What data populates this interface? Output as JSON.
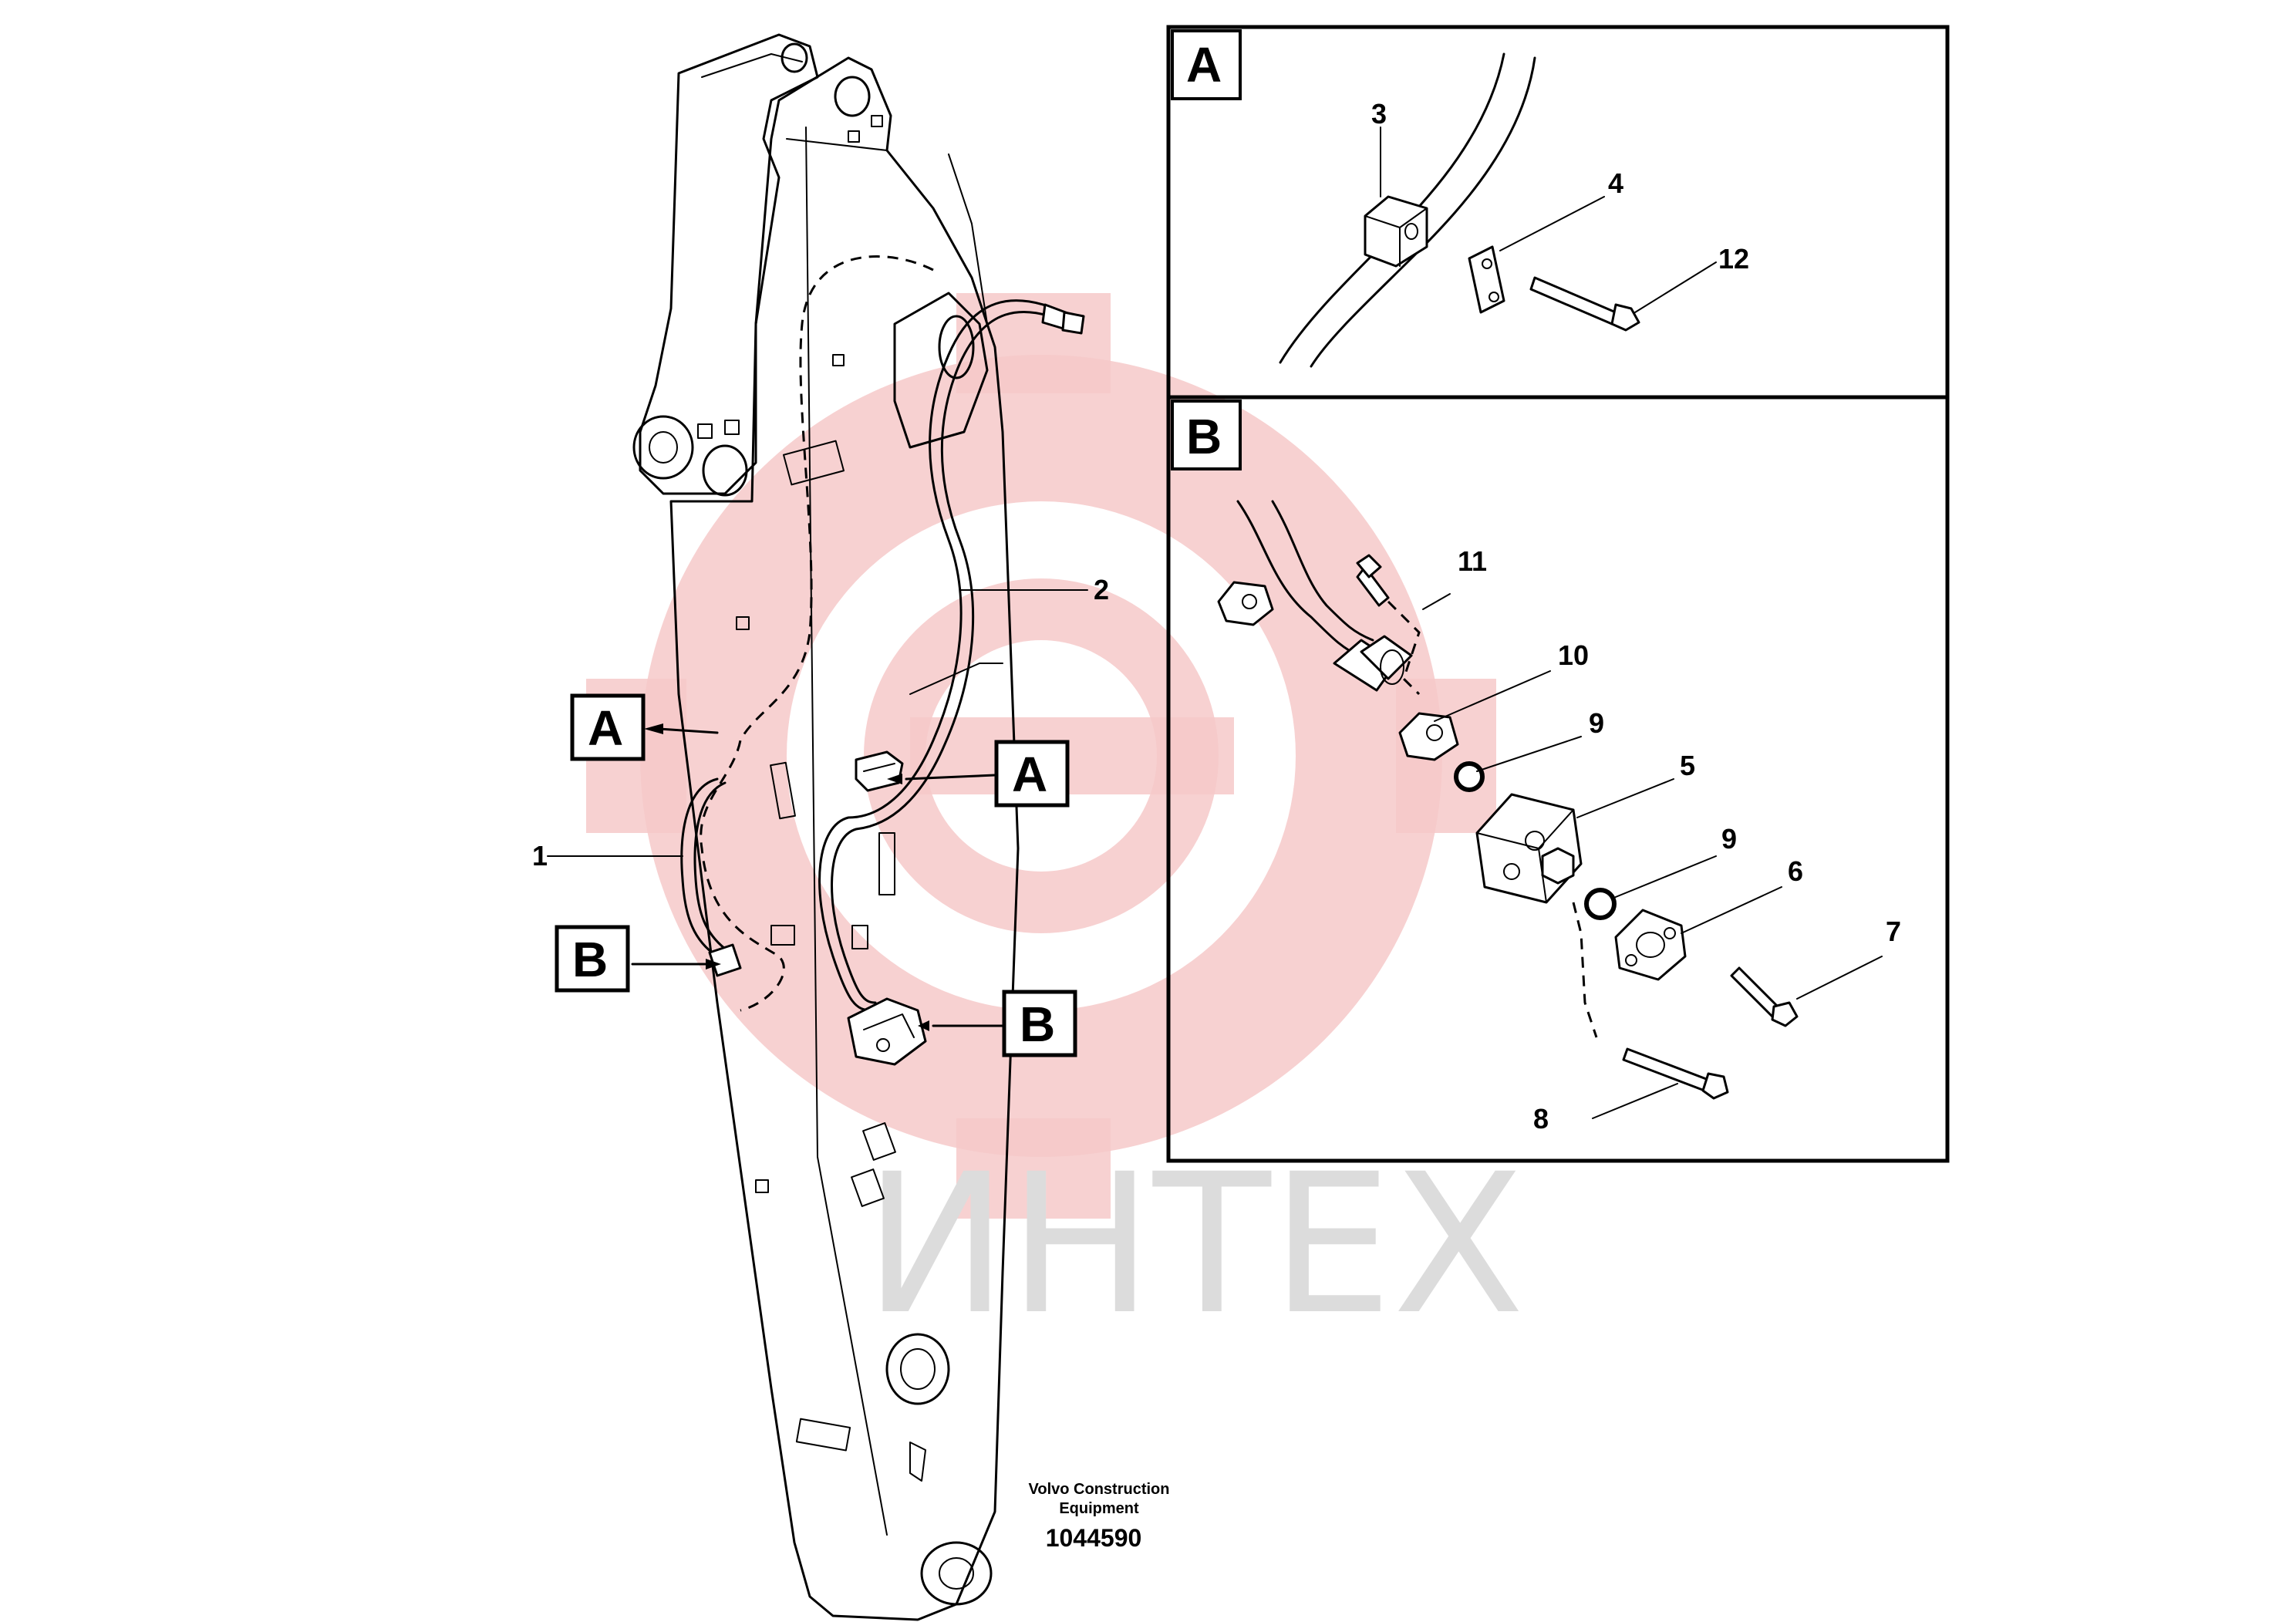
{
  "watermark": {
    "text": "ИНТЕХ",
    "logo_color": "#f6c9c9",
    "text_color": "#dcdcdc"
  },
  "callouts": {
    "c1": "1",
    "c2": "2",
    "c3": "3",
    "c4": "4",
    "c5": "5",
    "c6": "6",
    "c7": "7",
    "c8": "8",
    "c9a": "9",
    "c9b": "9",
    "c10": "10",
    "c11": "11",
    "c12": "12"
  },
  "section_labels": {
    "a_left": "A",
    "a_right": "A",
    "b_left": "B",
    "b_right": "B"
  },
  "detail_boxes": {
    "a_title": "A",
    "b_title": "B"
  },
  "footer": {
    "credit_line1": "Volvo Construction",
    "credit_line2": "Equipment",
    "doc_number": "1044590"
  }
}
